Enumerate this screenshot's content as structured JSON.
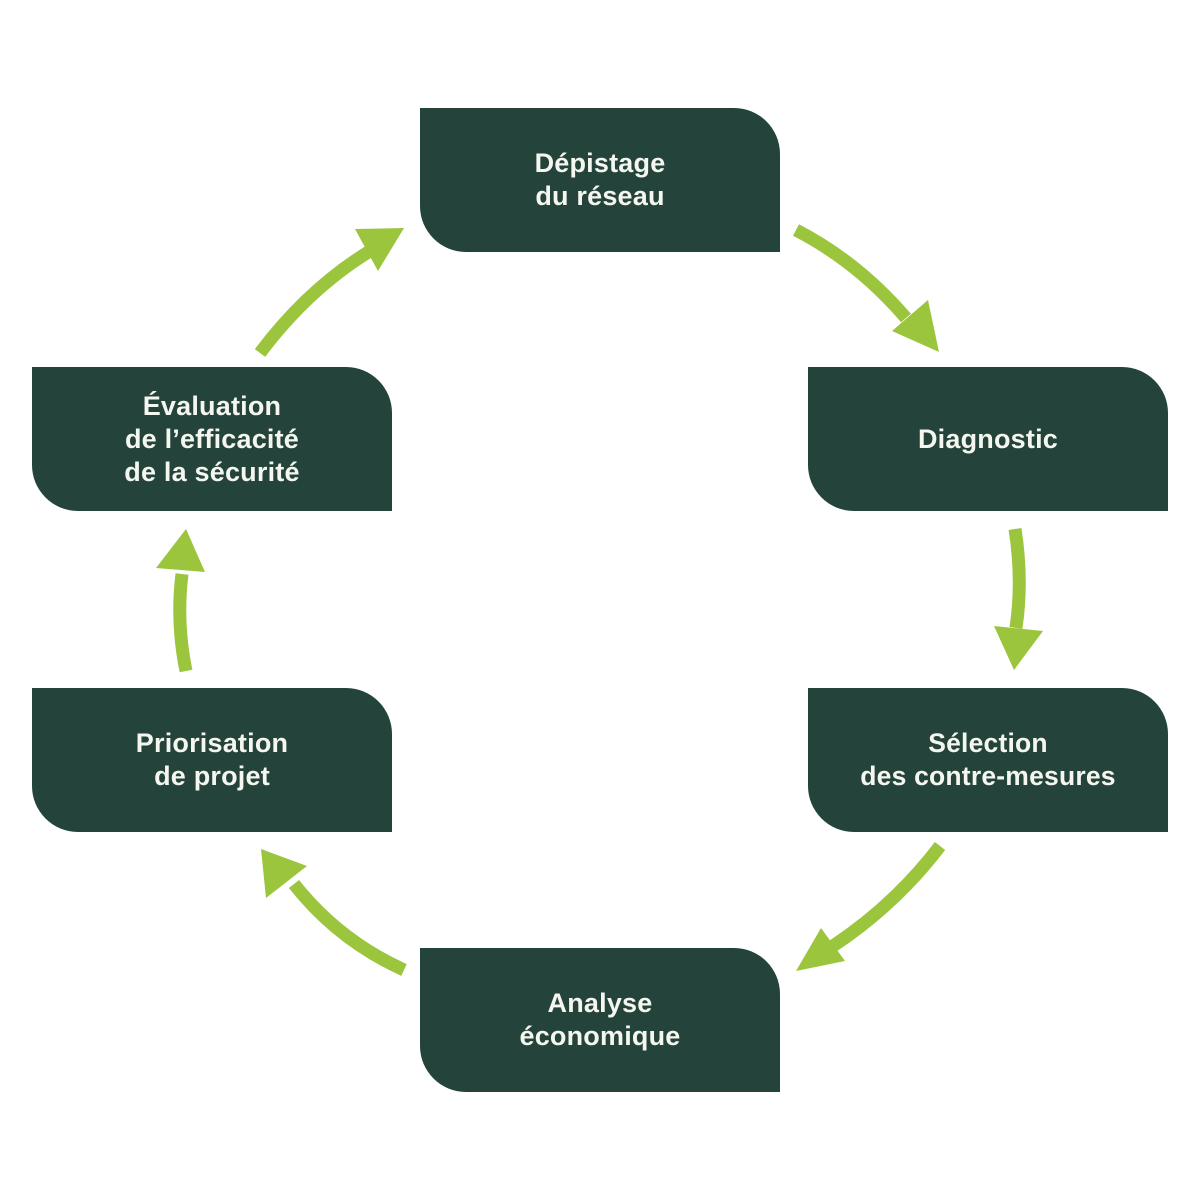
{
  "diagram": {
    "type": "cycle",
    "colors": {
      "box_fill": "#24443b",
      "box_text": "#f4f6ef",
      "arrow": "#9bc53d",
      "background": "#ffffff"
    },
    "steps": [
      {
        "label": "Dépistage\ndu réseau"
      },
      {
        "label": "Diagnostic"
      },
      {
        "label": "Sélection\ndes contre-mesures"
      },
      {
        "label": "Analyse\néconomique"
      },
      {
        "label": "Priorisation\nde projet"
      },
      {
        "label": "Évaluation\nde l’efficacité\nde la sécurité"
      }
    ],
    "arrows": [
      {
        "from": 0,
        "to": 1,
        "direction": "clockwise"
      },
      {
        "from": 1,
        "to": 2,
        "direction": "clockwise"
      },
      {
        "from": 2,
        "to": 3,
        "direction": "clockwise"
      },
      {
        "from": 3,
        "to": 4,
        "direction": "clockwise"
      },
      {
        "from": 4,
        "to": 5,
        "direction": "clockwise"
      },
      {
        "from": 5,
        "to": 0,
        "direction": "clockwise"
      }
    ]
  }
}
